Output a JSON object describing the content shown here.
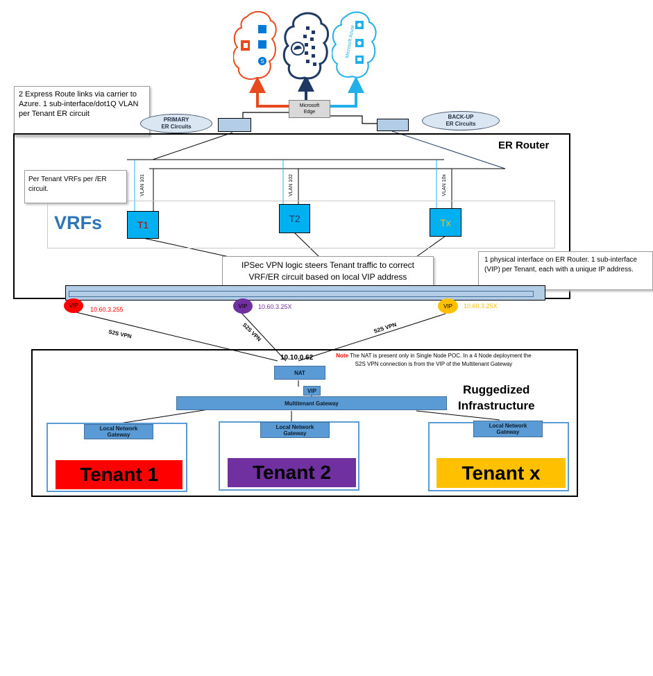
{
  "clouds": {
    "left": {
      "color": "#e8491d",
      "icons": [
        "office-icon",
        "store-icon",
        "skype-icon",
        "bag-icon"
      ]
    },
    "middle": {
      "color": "#1f3864",
      "icons": [
        "services-icon"
      ]
    },
    "right": {
      "color": "#21b0e8",
      "label": "Microsoft Azure",
      "icons": [
        "gear-icon",
        "monitor-icon"
      ]
    }
  },
  "microsoft_edge": {
    "line1": "Microsoft",
    "line2": "Edge"
  },
  "callouts": {
    "express_route": "2 Express Route links via carrier to Azure. 1 sub-interface/dot1Q VLAN per Tenant ER circuit",
    "per_tenant_vrf": "Per Tenant VRFs per /ER circuit.",
    "ipsec": "IPSec VPN logic steers Tenant traffic to correct VRF/ER circuit based on local VIP address",
    "physical_interface": "1 physical interface on ER  Router. 1 sub-interface (VIP) per Tenant,  each with a unique IP address."
  },
  "circuits": {
    "primary": {
      "line1": "PRIMARY",
      "line2": "ER Circuits"
    },
    "backup": {
      "line1": "BACK-UP",
      "line2": "ER Circuits"
    }
  },
  "router": {
    "title": "ER Router",
    "vrfs_label": "VRFs"
  },
  "vlans": [
    "VLAN 101",
    "VLAN 102",
    "VLAN 10x"
  ],
  "tenant_vrfs": [
    {
      "label": "T1",
      "text_color": "#c00000"
    },
    {
      "label": "T2",
      "text_color": "#1f3864"
    },
    {
      "label": "Tx",
      "text_color": "#ffc000"
    }
  ],
  "vips": [
    {
      "label": "VIP",
      "ip": "10.60.3.255",
      "color": "#ff0000",
      "ip_color": "#ff0000"
    },
    {
      "label": "VIP",
      "ip": "10.60.3.25X",
      "color": "#7030a0",
      "ip_color": "#7030a0"
    },
    {
      "label": "VIP",
      "ip": "10.60.3.25X",
      "color": "#ffc000",
      "ip_color": "#ffc000"
    }
  ],
  "s2s_labels": [
    "S2S VPN",
    "S2S VPN",
    "S2S VPN"
  ],
  "infra": {
    "nat_ip": "10.10.0.62",
    "note_prefix": "Note",
    "note_text": " The NAT is present only in Single Node POC. In a 4 Node deployment the S2S VPN connection is from the VIP of the Multitenant Gateway",
    "nat_label": "NAT",
    "vip_label": "VIP",
    "gateway_label": "Multitenant Gateway",
    "title_line1": "Ruggedized",
    "title_line2": "Infrastructure"
  },
  "tenants": [
    {
      "lng": "Local Network Gateway",
      "name": "Tenant 1",
      "color": "#ff0000"
    },
    {
      "lng": "Local Network Gateway",
      "name": "Tenant 2",
      "color": "#7030a0"
    },
    {
      "lng": "Local Network Gateway",
      "name": "Tenant x",
      "color": "#ffc000"
    }
  ]
}
